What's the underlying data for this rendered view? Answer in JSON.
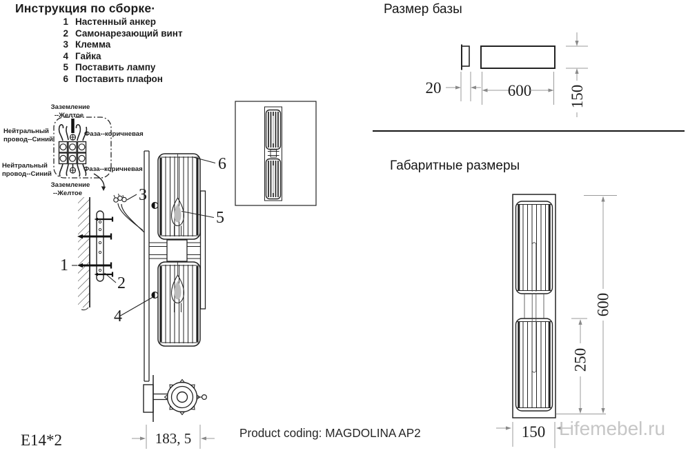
{
  "colors": {
    "background": "#ffffff",
    "line": "#222222",
    "dimension_lines": "#9a9a9a",
    "watermark": "#c6c6c6"
  },
  "assembly": {
    "title": "Инструкция по сборке·",
    "items": [
      {
        "num": "1",
        "label": "Настенный анкер"
      },
      {
        "num": "2",
        "label": "Самонарезающий винт"
      },
      {
        "num": "3",
        "label": "Клемма"
      },
      {
        "num": "4",
        "label": "Гайка"
      },
      {
        "num": "5",
        "label": "Поставить лампу"
      },
      {
        "num": "6",
        "label": "Поставить плафон"
      }
    ]
  },
  "wiring": {
    "ground_top_1": "Заземление",
    "ground_top_2": "--Желтое",
    "neutral_top_1": "Нейтральный",
    "neutral_top_2": "провод--Синий",
    "phase_top": "Фаза--коричневая",
    "neutral_bottom_1": "Нейтральный",
    "neutral_bottom_2": "провод--Синий",
    "phase_bottom": "Фаза--коричневая",
    "ground_bottom_1": "Заземление",
    "ground_bottom_2": "--Желтое"
  },
  "main_diagram": {
    "callouts": [
      "1",
      "2",
      "3",
      "4",
      "5",
      "6"
    ],
    "top_view_width": "183, 5",
    "socket": "E14*2"
  },
  "base_size": {
    "title": "Размер базы",
    "depth": "20",
    "width": "600",
    "height": "150"
  },
  "overall_size": {
    "title": "Габаритные размеры",
    "height": "600",
    "shade_height": "250",
    "width": "150"
  },
  "footer": {
    "product_coding": "Product coding: MAGDOLINA AP2",
    "watermark": "Lifemebel.ru"
  }
}
